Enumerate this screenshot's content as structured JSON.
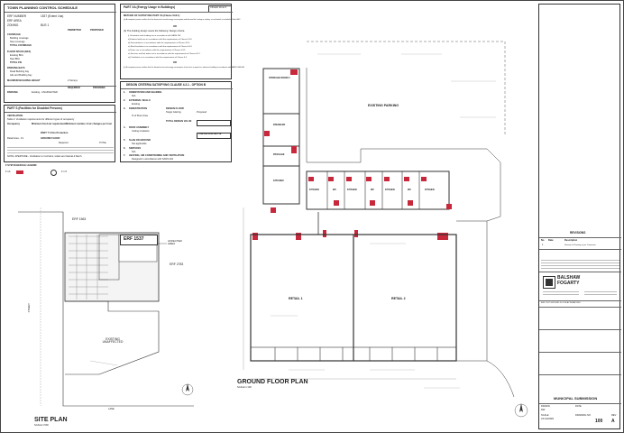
{
  "schedule": {
    "title": "TOWN PLANNING CONTROL SCHEDULE",
    "erf_number_label": "ERF NUMBER",
    "erf_number_value": "1537 (Extent 1ha)",
    "erf_area_label": "ERF AREA",
    "zoning_label": "ZONING",
    "zoning_value": "BUS 1",
    "col_permitted": "PERMITTED",
    "col_proposed": "PROPOSED",
    "coverage_label": "COVERAGE",
    "coverage_rows": [
      "Building coverage",
      "New coverage",
      "TOTAL COVERAGE"
    ],
    "floor_space_label": "FLOOR SPACE (BFA)",
    "floor_rows": [
      "Existing BFA",
      "New BFA",
      "TOTAL FSI"
    ],
    "parking_label": "PARKING BAYS",
    "parking_rows": [
      "Road Building bay",
      "Ads and Building bay"
    ],
    "height_label": "MAXIMUM BUILDING HEIGHT",
    "height_value": "2 Storeys",
    "bottom_cols": [
      "REQUIRED",
      "PROVIDED"
    ],
    "bottom_row_label": "PARKING",
    "bottom_row_value": "Existing - UNAFFECTED"
  },
  "part_s": {
    "title": "PART S (Facilities for Disabled Persons)",
    "ventilation_label": "VENTILATION",
    "ventilation_note": "Table 2: Ventilation requirements for different types of occupancy",
    "col_occupancy": "Occupancy",
    "col_minimum": "Minimum fresh air requirement",
    "col_natural": "Minimum number of air changes per hour",
    "table2_title": "PART T 3 Fire Protection",
    "row_label": "Retail Area - F1",
    "summary_title": "GROUND FLOOR",
    "summary_cols": [
      "Required",
      "TOTAL"
    ],
    "note_label": "NOTE: APERTURE - Ventilation to Corridors, toilets are Natural & Mech."
  },
  "fire": {
    "title": "F SYM SCHEDULE LEGEND",
    "item1": "F 1A",
    "item2": "F 1.5"
  },
  "part_xa": {
    "title": "PART XA (Energy Usage in Buildings)",
    "tag": "Climatic Zone 6",
    "method_label": "METHOD OF SATISFYING PART XA (Clause XA2.1)",
    "method_a": "(a) A competent person certifies that the theoretical annual energy consumption and demand for heating or cooling, as calculated, is included in Table XA.3",
    "or": "OR",
    "method_b": "(b) The building design meets the following: Design criteria",
    "criteria": [
      "i) Orientation and shading are in accordance with SANS 204",
      "ii) External walls are in accordance with the requirements of Clause 4.4.6",
      "iii) Fenestration is in accordance with the requirements of Clause 4.4.4",
      "iv) Roof Insulation is in accordance with the requirements of Clause 4.4.5",
      "v) Floors are in accordance with the requirements of Clause 4.4.5",
      "vi) Services and hot water are in accordance with the requirements of Clause 4.4.7",
      "vii) Ventilation is in accordance with the requirements of Clause 4.3"
    ],
    "method_c": "(c) A competent person certifies that the theoretical annual energy consumption is less than or equal to a reference building in accordance with SANS 10400-XA"
  },
  "design_criteria": {
    "title": "DESIGN CRITERIA SATISFYING CLAUSE 4.2.1 - OPTION B",
    "items": [
      {
        "num": "1.",
        "label": "ORIENTATION AND SHADING",
        "value": "N/A"
      },
      {
        "num": "2.",
        "label": "EXTERNAL WALLS",
        "value": "Existing"
      },
      {
        "num": "3.",
        "label": "FENESTRATION",
        "value": "DESIGN FLOOR"
      },
      {
        "num": "4.",
        "label": "ROOF ASSEMBLY",
        "value": "Ceiling Insulation"
      },
      {
        "num": "5.",
        "label": "SLAB ON GROUND",
        "value": "Not applicable"
      },
      {
        "num": "6.",
        "label": "SERVICES",
        "value": "N/A"
      },
      {
        "num": "7.",
        "label": "HEATING, AIR CONDITIONING AND VENTILATION",
        "value": "Designed in accordance with SANS 204"
      }
    ],
    "fen_cols": [
      "Target Glazing",
      "Proposed"
    ],
    "fen_row": "% of Floor Area",
    "fen_total": "TOTAL DESIGN VALUE",
    "fen_result": "COMPLIES WITH PART XA"
  },
  "site_plan": {
    "title": "SITE PLAN",
    "scale": "SCALE 1:500",
    "erf_north": "ERF 1563",
    "erf_main": "ERF 1537",
    "erf_east": "ERF 2783",
    "affected": "AFFECTED AREA",
    "existing": "EXISTING UNAFFECTED",
    "street_west": "STREET",
    "street_south": "LANE"
  },
  "floor_plan": {
    "title": "GROUND FLOOR PLAN",
    "scale": "SCALE 1:100",
    "storage": "STORAGE ROOM 1",
    "disabled": "DISABLED",
    "passage": "PASSAGE",
    "kitchen_w": "KITCHEN",
    "existing_parking": "EXISTING PARKING",
    "wc_labels": [
      "KITCHEN",
      "WC",
      "KITCHEN",
      "WC",
      "KITCHEN",
      "WC",
      "KITCHEN"
    ],
    "retail1": "RETAIL 1",
    "retail2": "RETAIL 2"
  },
  "title_block": {
    "revisions_title": "REVISIONS",
    "rev_cols": [
      "No",
      "Date",
      "Description"
    ],
    "rev_row_no": "1",
    "rev_row_desc": "Revision to Planning as per Comments",
    "architect_name": "BALSHAW FOGARTY",
    "project_line": "ERF 1537 GROUND FLOOR ALTERATIONS",
    "drawing_title": "MUNICIPAL SUBMISSION",
    "drawn_label": "DRAWN",
    "drawn_value": "DW",
    "drawing_no_label": "DRAWING NO",
    "drawing_no_value": "100",
    "rev_label": "REV",
    "rev_value": "A",
    "scale_label": "SCALE",
    "scale_value": "AS SHOWN",
    "date_label": "DATE"
  },
  "colors": {
    "accent_red": "#c8283c",
    "line": "#333333",
    "hatch": "#888888"
  }
}
